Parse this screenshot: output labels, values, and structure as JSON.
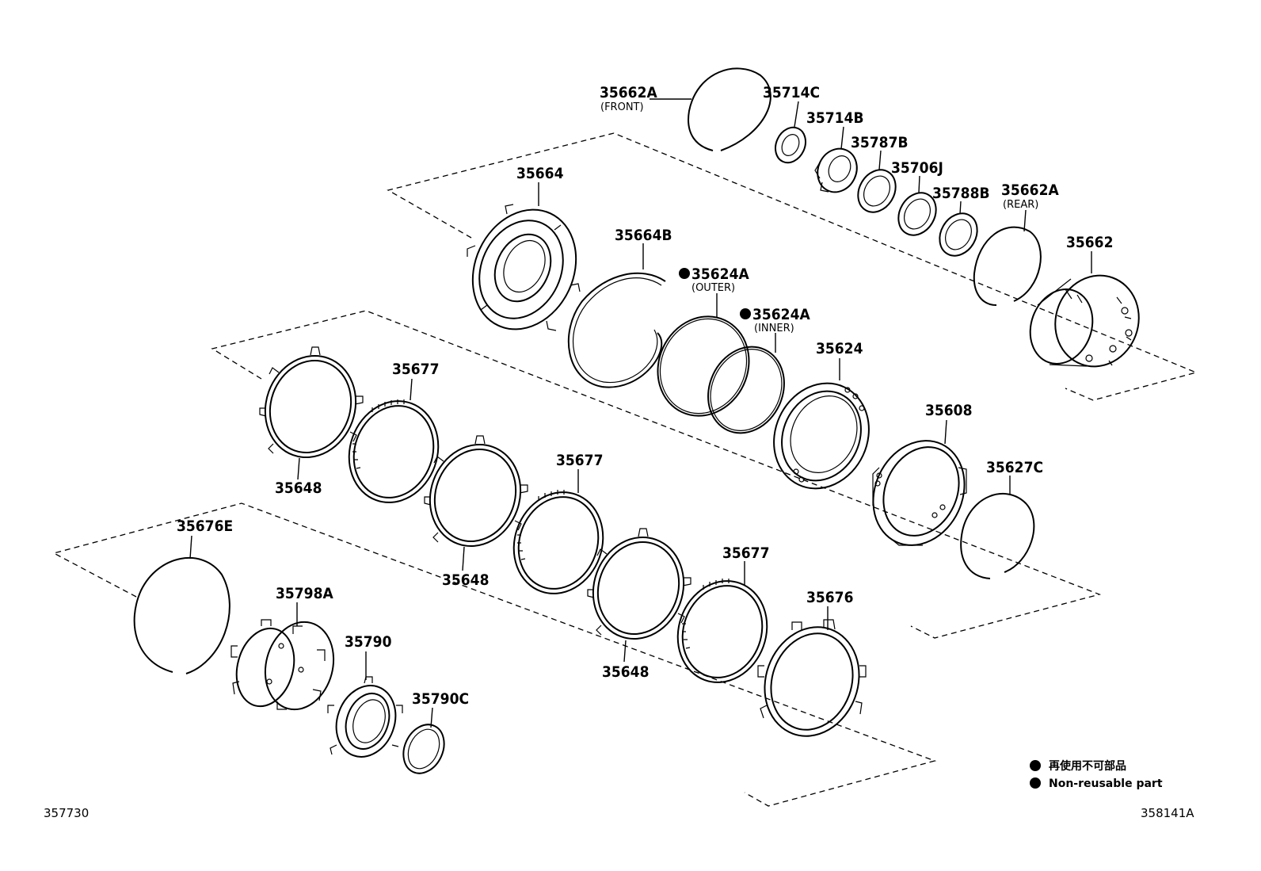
{
  "diagram": {
    "code_left": "357730",
    "code_right": "358141A",
    "legend": {
      "jp": "再使用不可部品",
      "en": "Non-reusable part"
    },
    "parts": {
      "p35662A_front": "35662A",
      "p35662A_front_note": "(FRONT)",
      "p35714C": "35714C",
      "p35714B": "35714B",
      "p35787B": "35787B",
      "p35706J": "35706J",
      "p35788B": "35788B",
      "p35662A_rear": "35662A",
      "p35662A_rear_note": "(REAR)",
      "p35662": "35662",
      "p35664": "35664",
      "p35664B": "35664B",
      "p35624A_outer": "35624A",
      "p35624A_outer_note": "(OUTER)",
      "p35624A_inner": "35624A",
      "p35624A_inner_note": "(INNER)",
      "p35624": "35624",
      "p35608": "35608",
      "p35627C": "35627C",
      "p35677_a": "35677",
      "p35648_a": "35648",
      "p35677_b": "35677",
      "p35648_b": "35648",
      "p35677_c": "35677",
      "p35648_c": "35648",
      "p35676": "35676",
      "p35676E": "35676E",
      "p35798A": "35798A",
      "p35790": "35790",
      "p35790C": "35790C"
    }
  }
}
